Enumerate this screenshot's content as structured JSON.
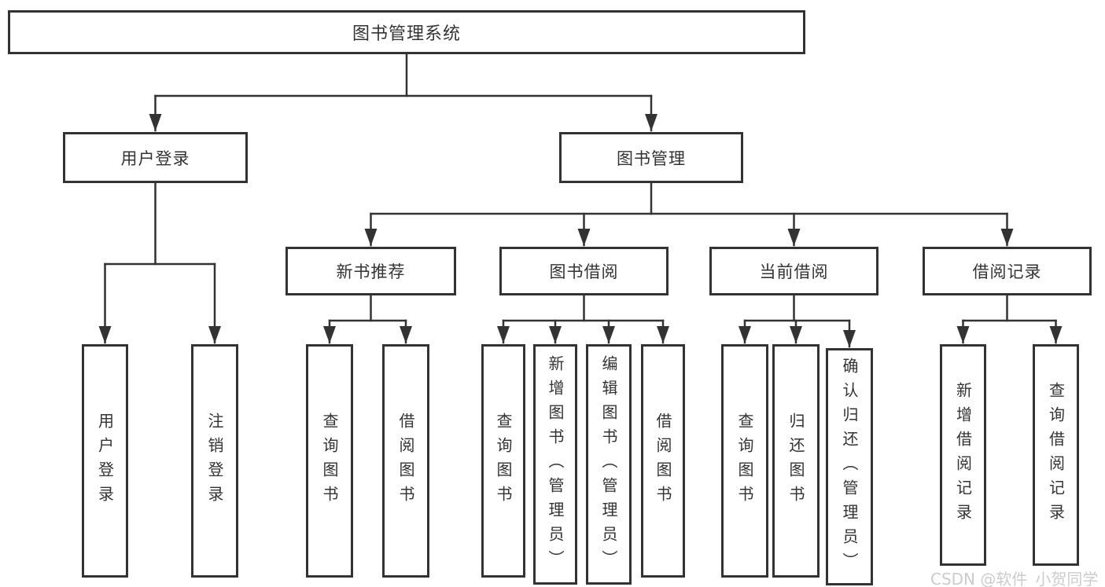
{
  "colors": {
    "line": "#333333",
    "border": "#333333",
    "text": "#333333",
    "background": "#ffffff",
    "watermark": "#cccccc"
  },
  "watermark": {
    "text": "CSDN @软件_小贺同学"
  },
  "tree": {
    "label": "图书管理系统",
    "children": [
      {
        "label": "用户登录",
        "children": [
          {
            "label": "用户登录"
          },
          {
            "label": "注销登录"
          }
        ]
      },
      {
        "label": "图书管理",
        "children": [
          {
            "label": "新书推荐",
            "children": [
              {
                "label": "查询图书"
              },
              {
                "label": "借阅图书"
              }
            ]
          },
          {
            "label": "图书借阅",
            "children": [
              {
                "label": "查询图书"
              },
              {
                "label": "新增图书（管理员）"
              },
              {
                "label": "编辑图书（管理员）"
              },
              {
                "label": "借阅图书"
              }
            ]
          },
          {
            "label": "当前借阅",
            "children": [
              {
                "label": "查询图书"
              },
              {
                "label": "归还图书"
              },
              {
                "label": "确认归还（管理员）"
              }
            ]
          },
          {
            "label": "借阅记录",
            "children": [
              {
                "label": "新增借阅记录"
              },
              {
                "label": "查询借阅记录"
              }
            ]
          }
        ]
      }
    ]
  }
}
